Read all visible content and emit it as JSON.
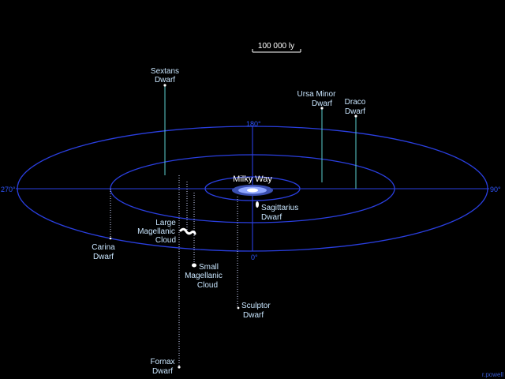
{
  "scale": {
    "label": "100 000 ly"
  },
  "degrees": {
    "top": "180°",
    "bottom": "0°",
    "left": "270°",
    "right": "90°"
  },
  "center": {
    "label": "Milky Way"
  },
  "galaxies": {
    "sextans": {
      "line1": "Sextans",
      "line2": "Dwarf"
    },
    "ursa_minor": {
      "line1": "Ursa Minor",
      "line2": "Dwarf"
    },
    "draco": {
      "line1": "Draco",
      "line2": "Dwarf"
    },
    "sagittarius": {
      "line1": "Sagittarius",
      "line2": "Dwarf"
    },
    "lmc": {
      "line1": "Large",
      "line2": "Magellanic",
      "line3": "Cloud"
    },
    "carina": {
      "line1": "Carina",
      "line2": "Dwarf"
    },
    "smc": {
      "line1": "Small",
      "line2": "Magellanic",
      "line3": "Cloud"
    },
    "sculptor": {
      "line1": "Sculptor",
      "line2": "Dwarf"
    },
    "fornax": {
      "line1": "Fornax",
      "line2": "Dwarf"
    }
  },
  "credit": "r.powell",
  "colors": {
    "rings": "#2a3fe0",
    "stems": "#5bcfd0",
    "labels": "#c9e6ff",
    "background": "#000000"
  }
}
